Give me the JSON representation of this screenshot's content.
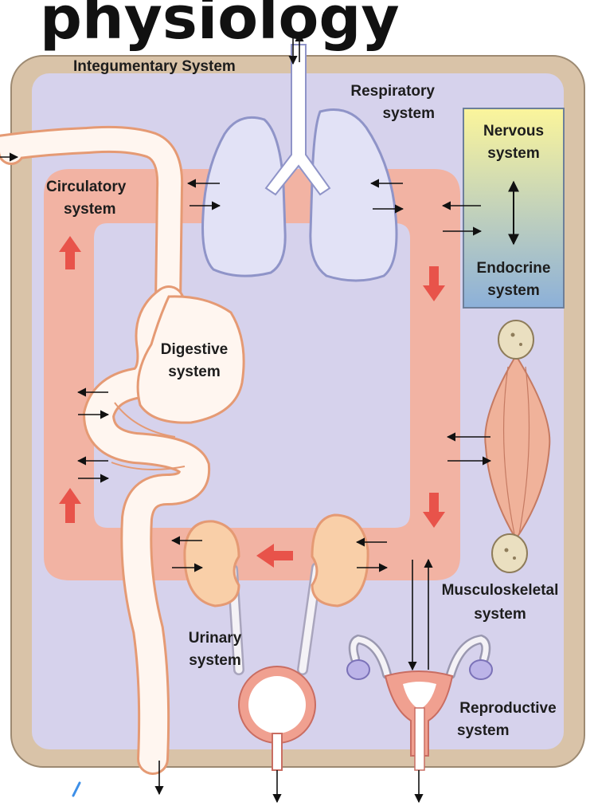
{
  "title": "physiology",
  "labels": {
    "integumentary": "Integumentary System",
    "respiratory": [
      "Respiratory",
      "system"
    ],
    "nervous": [
      "Nervous",
      "system"
    ],
    "endocrine": [
      "Endocrine",
      "system"
    ],
    "circulatory": [
      "Circulatory",
      "system"
    ],
    "digestive": [
      "Digestive",
      "system"
    ],
    "musculoskeletal": [
      "Musculoskeletal",
      "system"
    ],
    "urinary": [
      "Urinary",
      "system"
    ],
    "reproductive": [
      "Reproductive",
      "system"
    ]
  },
  "colors": {
    "skin_border": "#d9c3a8",
    "interior": "#d6d2ec",
    "circulation": "#f2b3a3",
    "flow_arrow": "#e8534a",
    "organ_fill": "#fff6f0",
    "organ_outline": "#e59a74",
    "lung_fill": "#e2e2f6",
    "lung_outline": "#8f94c8",
    "neuro_top": "#fbf59b",
    "neuro_bottom": "#8cb0d9",
    "muscle": "#f0b29a",
    "bone": "#eadfc0"
  }
}
